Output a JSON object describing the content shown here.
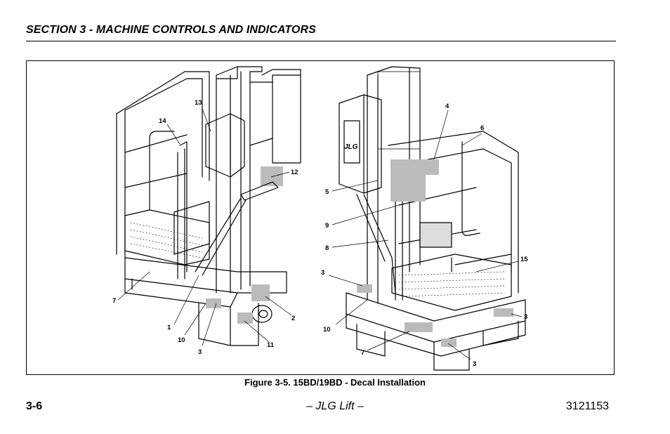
{
  "header": {
    "section_title": "SECTION 3 - MACHINE CONTROLS AND INDICATORS"
  },
  "figure": {
    "caption": "Figure 3-5. 15BD/19BD - Decal Installation",
    "left_view_callouts": [
      "13",
      "14",
      "12",
      "7",
      "1",
      "10",
      "3",
      "11",
      "2"
    ],
    "right_view_callouts": [
      "4",
      "6",
      "5",
      "9",
      "8",
      "15",
      "3",
      "10",
      "7",
      "3",
      "3"
    ],
    "decal_text": "JLG"
  },
  "footer": {
    "page_number": "3-6",
    "center_text": "– JLG Lift –",
    "doc_number": "3121153"
  }
}
